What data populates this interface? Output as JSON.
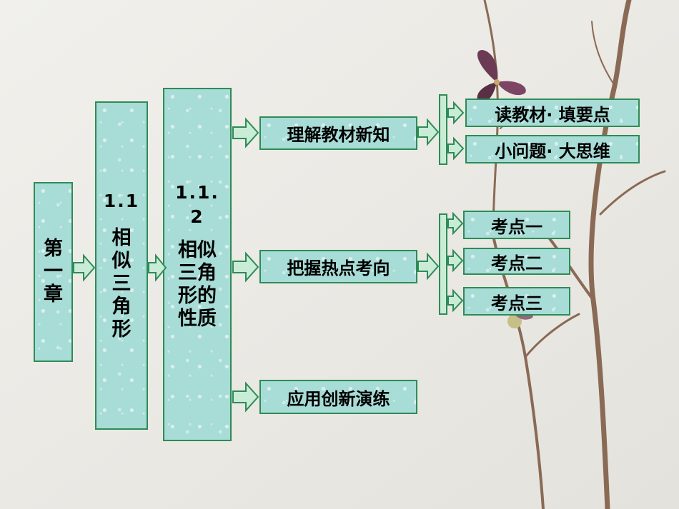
{
  "chapter": {
    "label": "第一章"
  },
  "section": {
    "number": "1.1",
    "title": "相似三角形"
  },
  "subsection": {
    "number": "1.1.2",
    "title": "相似三角形的性质"
  },
  "parts": [
    {
      "label": "理解教材新知"
    },
    {
      "label": "把握热点考向"
    },
    {
      "label": "应用创新演练"
    }
  ],
  "part1_items": [
    {
      "label": "读教材· 填要点"
    },
    {
      "label": "小问题· 大思维"
    }
  ],
  "part2_items": [
    {
      "label": "考点一"
    },
    {
      "label": "考点二"
    },
    {
      "label": "考点三"
    }
  ],
  "colors": {
    "box_fill": "#a8dcd6",
    "box_border": "#2e8b57",
    "arrow_fill": "#c9ecd7",
    "background": "#ecebe6"
  }
}
